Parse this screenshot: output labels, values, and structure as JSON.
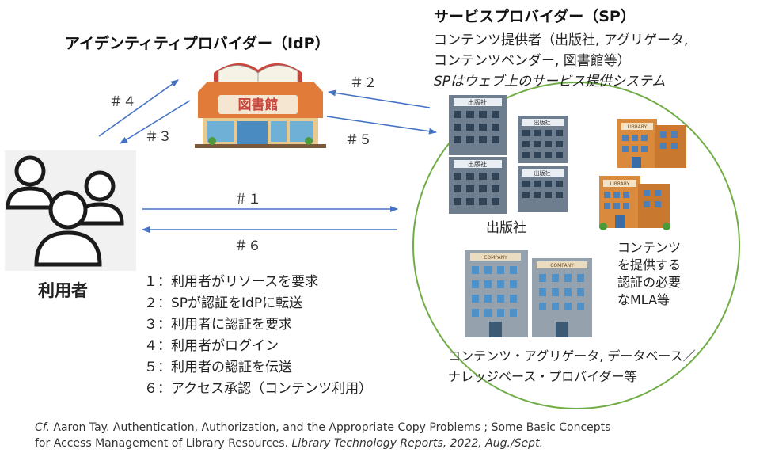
{
  "idp": {
    "title": "アイデンティティプロバイダー（IdP）",
    "sign_text": "図書館"
  },
  "sp": {
    "title": "サービスプロバイダー（SP）",
    "desc_line1": "コンテンツ提供者（出版社, アグリゲータ,",
    "desc_line2": "コンテンツベンダー, 図書館等）",
    "desc_line3": "SPはウェブ上のサービス提供システム"
  },
  "user": {
    "label": "利用者"
  },
  "arrows": {
    "a1": "＃１",
    "a2": "＃２",
    "a3": "＃３",
    "a4": "＃４",
    "a5": "＃５",
    "a6": "＃６"
  },
  "building_signs": {
    "publisher": "出版社",
    "library": "LIBRARY",
    "company": "COMPANY"
  },
  "sp_groups": {
    "publisher": "出版社",
    "mla_line1": "コンテンツ",
    "mla_line2": "を提供する",
    "mla_line3": "認証の必要",
    "mla_line4": "なMLA等",
    "aggregator_line1": "コンテンツ・アグリゲータ, データベース／",
    "aggregator_line2": "ナレッジベース・プロバイダー等"
  },
  "steps": [
    "１：利用者がリソースを要求",
    "２：SPが認証をIdPに転送",
    "３：利用者に認証を要求",
    "４：利用者がログイン",
    "５：利用者の認証を伝送",
    "６：アクセス承認（コンテンツ利用）"
  ],
  "citation": {
    "cf": "Cf.",
    "line1": " Aaron Tay. Authentication, Authorization, and the Appropriate Copy Problems ; Some Basic Concepts",
    "line2_plain": "for Access Management of Library Resources.",
    "line2_italic": " Library Technology Reports, 2022, Aug./Sept."
  },
  "colors": {
    "arrow": "#4472c4",
    "circle": "#70ad47",
    "library_roof": "#e07b39",
    "building_gray": "#7f8c99"
  }
}
